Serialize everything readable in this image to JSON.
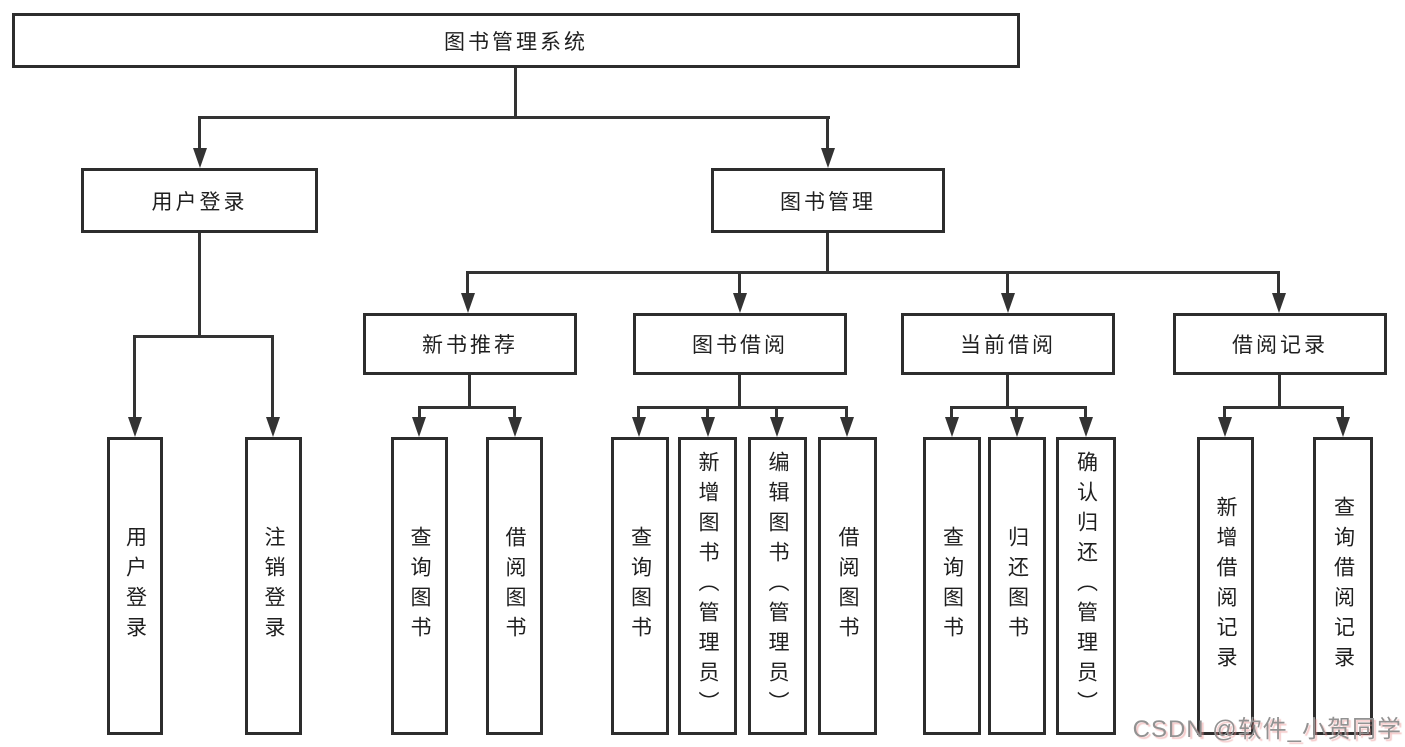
{
  "tree": {
    "root": {
      "label": "图书管理系统"
    },
    "level2": [
      {
        "label": "用户登录"
      },
      {
        "label": "图书管理"
      }
    ],
    "level3": [
      {
        "label": "新书推荐"
      },
      {
        "label": "图书借阅"
      },
      {
        "label": "当前借阅"
      },
      {
        "label": "借阅记录"
      }
    ],
    "leaves": {
      "user_login": [
        "用户登录",
        "注销登录"
      ],
      "new_book_recommend": [
        "查询图书",
        "借阅图书"
      ],
      "book_borrow": [
        "查询图书",
        "新增图书（管理员）",
        "编辑图书（管理员）",
        "借阅图书"
      ],
      "current_borrow": [
        "查询图书",
        "归还图书",
        "确认归还（管理员）"
      ],
      "borrow_record": [
        "新增借阅记录",
        "查询借阅记录"
      ]
    }
  },
  "watermark": {
    "text": "CSDN @软件_小贺同学"
  },
  "colors": {
    "line": "#333333",
    "border": "#2d2d2d",
    "text": "#1f1f1f",
    "watermark": "#929292",
    "background": "#ffffff"
  }
}
